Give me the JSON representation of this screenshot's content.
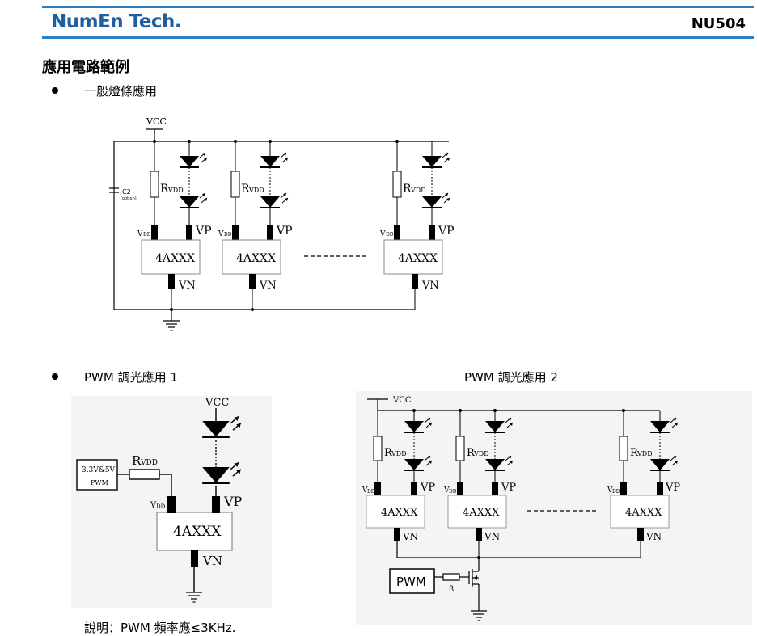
{
  "header": {
    "logo": "NumEn Tech.",
    "model": "NU504"
  },
  "section_title": "應用電路範例",
  "bullets": {
    "b1": "一般燈條應用",
    "b2": "PWM 調光應用 1",
    "b3": "PWM 調光應用 2"
  },
  "circuit1": {
    "vcc": "VCC",
    "c2": "C2",
    "c2_note": "(option)",
    "rvdd_r": "R",
    "rvdd_sub": "VDD",
    "vdd_v": "V",
    "vdd_sub": "DD",
    "vp": "VP",
    "vn": "VN",
    "chip": "4AXXX"
  },
  "circuit2": {
    "vcc": "VCC",
    "pwm_source": [
      "3.3V&5V",
      "PWM"
    ],
    "rvdd_r": "R",
    "rvdd_sub": "VDD",
    "vdd_v": "V",
    "vdd_sub": "DD",
    "vp": "VP",
    "vn": "VN",
    "chip": "4AXXX"
  },
  "circuit3": {
    "vcc": "VCC",
    "pwm": "PWM",
    "r": "R",
    "rvdd_r": "R",
    "rvdd_sub": "VDD",
    "vdd_v": "V",
    "vdd_sub": "DD",
    "vp": "VP",
    "vn": "VN",
    "chip": "4AXXX"
  },
  "note": "說明：PWM 頻率應≤3KHz."
}
